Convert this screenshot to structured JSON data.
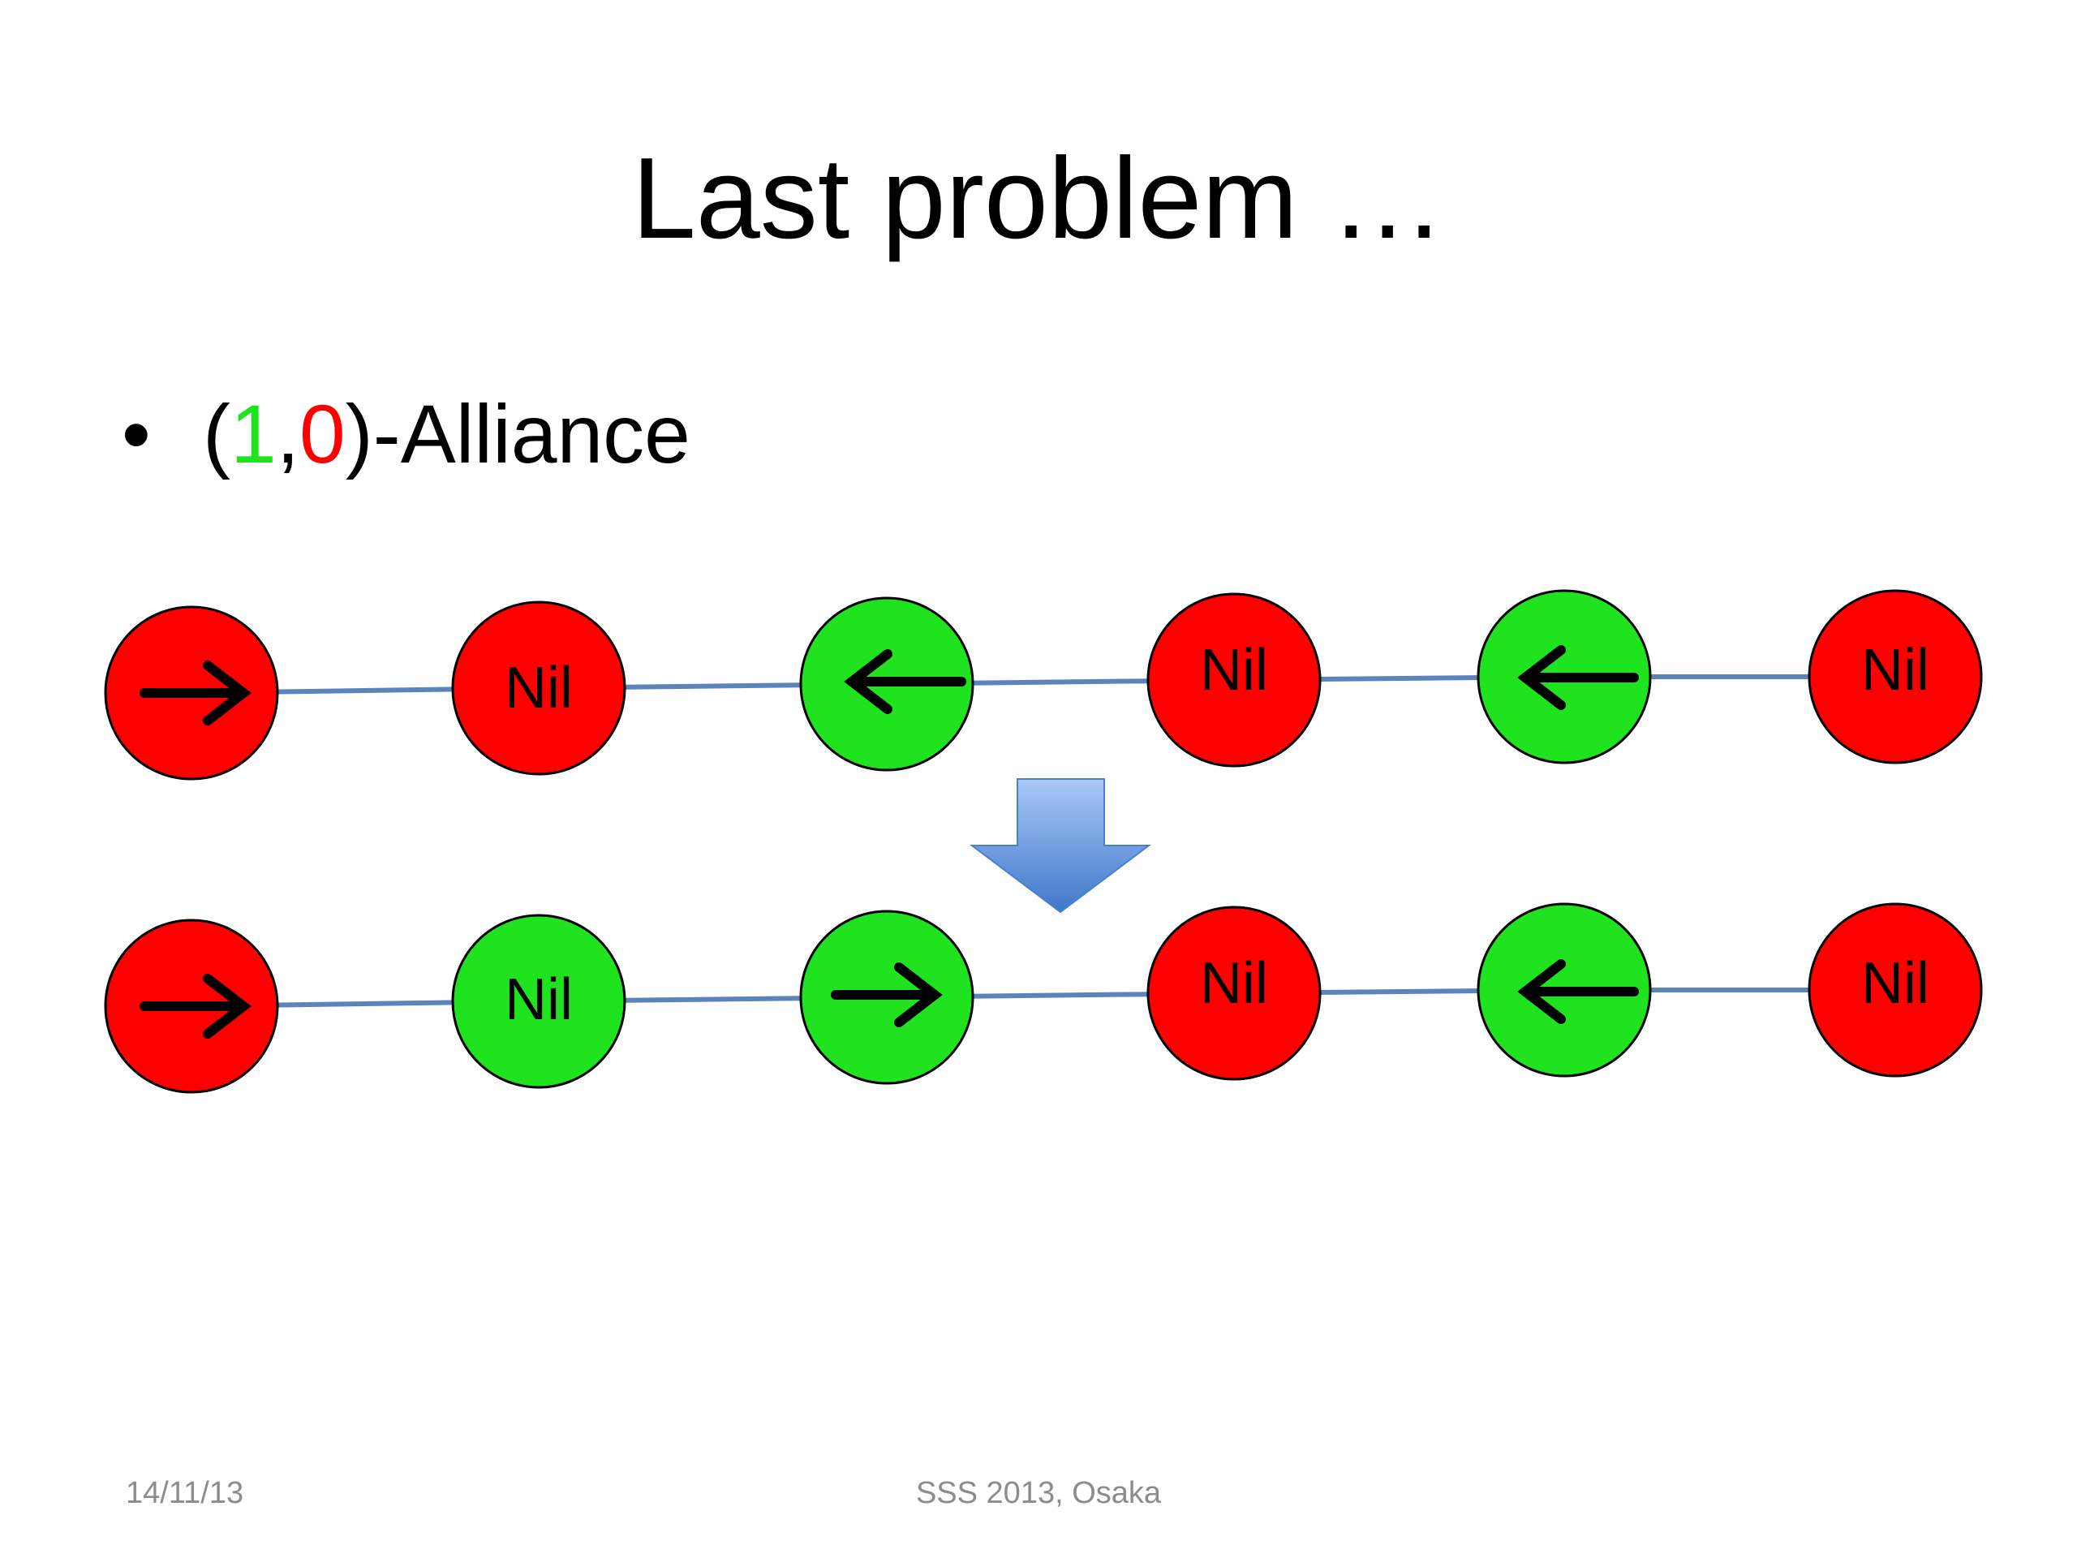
{
  "slide": {
    "title": "Last problem …",
    "bullet": {
      "marker": "•",
      "open": "(",
      "first": "1",
      "comma": ",",
      "second": "0",
      "close": ")-Alliance"
    },
    "footer_date": "14/11/13",
    "footer_conference": "SSS 2013, Osaka"
  },
  "colors": {
    "red": "#ff0000",
    "green": "#1fe31f",
    "edge": "#5b84bd",
    "transition_arrow": "#6a9be0"
  },
  "diagram": {
    "rows": [
      {
        "name": "before",
        "nodes": [
          {
            "color": "red",
            "pointer": "right",
            "label": ""
          },
          {
            "color": "red",
            "pointer": "none",
            "label": "Nil"
          },
          {
            "color": "green",
            "pointer": "left",
            "label": ""
          },
          {
            "color": "red",
            "pointer": "none",
            "label": "Nil"
          },
          {
            "color": "green",
            "pointer": "left",
            "label": ""
          },
          {
            "color": "red",
            "pointer": "none",
            "label": "Nil"
          }
        ]
      },
      {
        "name": "after",
        "nodes": [
          {
            "color": "red",
            "pointer": "right",
            "label": ""
          },
          {
            "color": "green",
            "pointer": "none",
            "label": "Nil"
          },
          {
            "color": "green",
            "pointer": "right",
            "label": ""
          },
          {
            "color": "red",
            "pointer": "none",
            "label": "Nil"
          },
          {
            "color": "green",
            "pointer": "left",
            "label": ""
          },
          {
            "color": "red",
            "pointer": "none",
            "label": "Nil"
          }
        ]
      }
    ]
  }
}
